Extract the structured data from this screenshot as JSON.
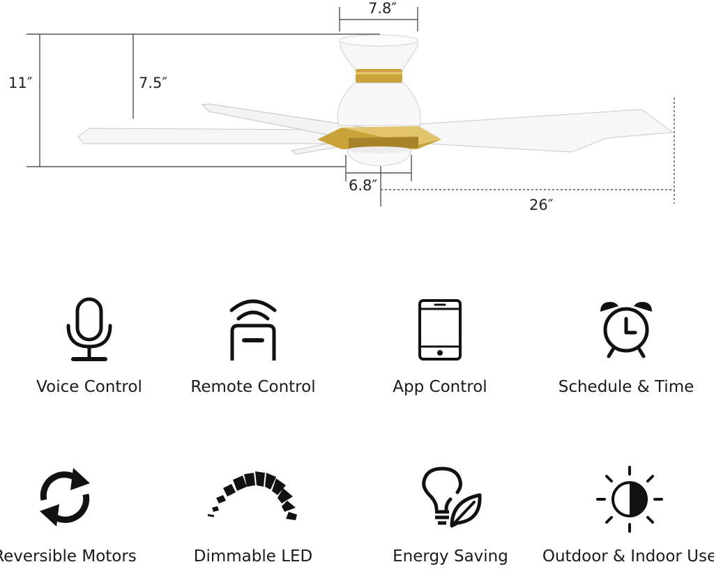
{
  "dimensions": {
    "top_width": "7.8″",
    "total_height": "11″",
    "fan_height": "7.5″",
    "light_width": "6.8″",
    "blade_length": "26″"
  },
  "colors": {
    "body": "#f4f4f4",
    "gold_accent": "#c9a23a",
    "line": "#333333",
    "icon": "#111111"
  },
  "features": [
    {
      "icon": "microphone-icon",
      "label": "Voice Control"
    },
    {
      "icon": "remote-control-icon",
      "label": "Remote Control"
    },
    {
      "icon": "smartphone-icon",
      "label": "App Control"
    },
    {
      "icon": "alarm-clock-icon",
      "label": "Schedule & Time"
    },
    {
      "icon": "reverse-arrows-icon",
      "label": "Reversible Motors"
    },
    {
      "icon": "dimmer-fan-icon",
      "label": "Dimmable LED"
    },
    {
      "icon": "bulb-leaf-icon",
      "label": "Energy Saving"
    },
    {
      "icon": "half-sun-icon",
      "label": "Outdoor & Indoor Use"
    }
  ]
}
